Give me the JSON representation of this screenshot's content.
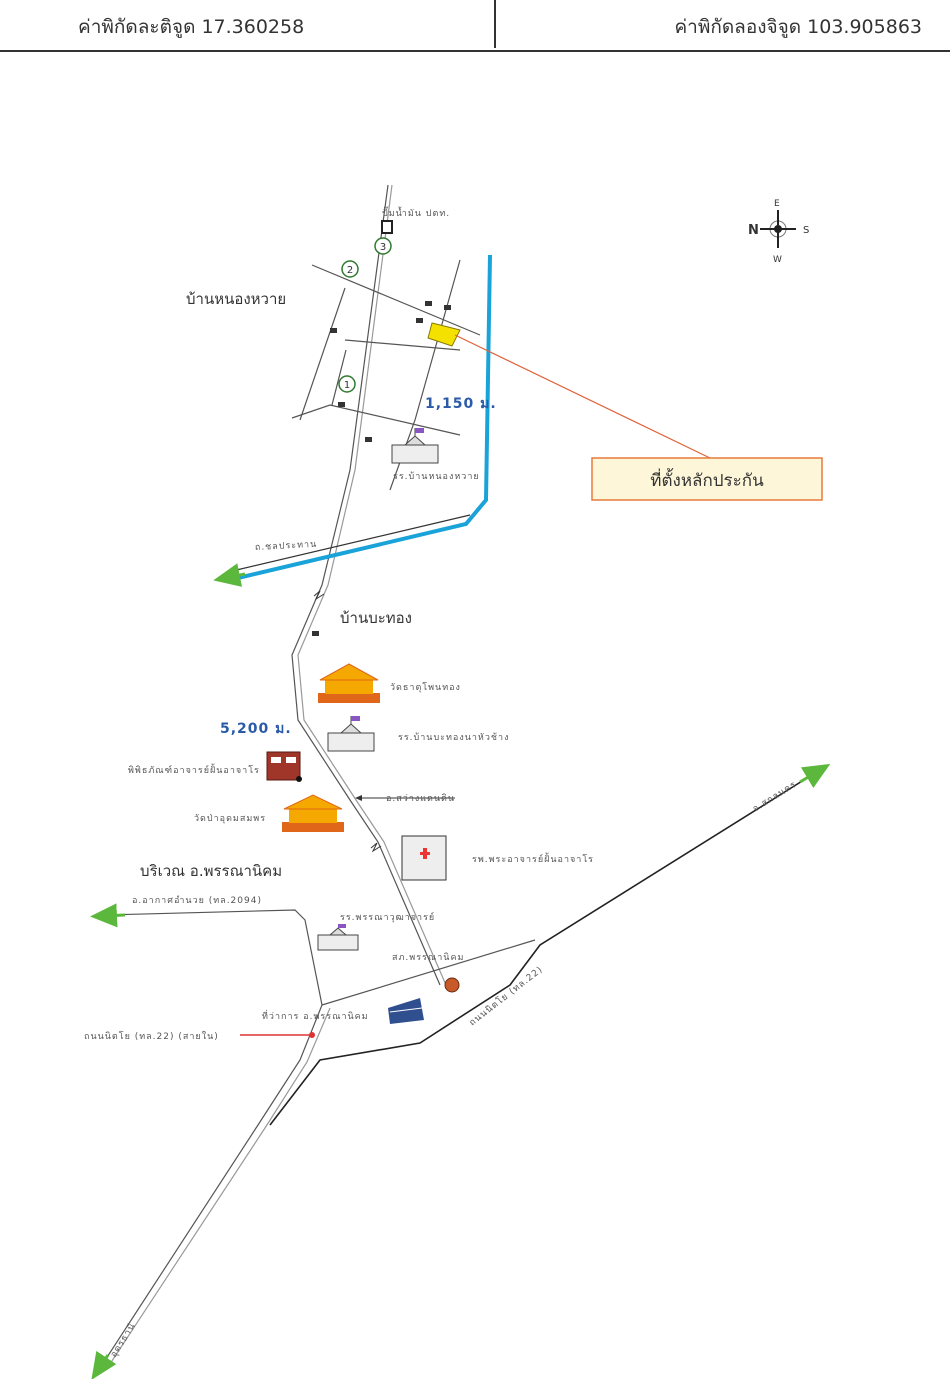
{
  "header": {
    "latitude_label": "ค่าพิกัดละติจูด 17.360258",
    "longitude_label": "ค่าพิกัดลองจิจูด 103.905863"
  },
  "compass": {
    "n": "N",
    "s": "S",
    "e": "E",
    "w": "W"
  },
  "collateral_box": {
    "label": "ที่ตั้งหลักประกัน",
    "color": "#e87a3a"
  },
  "places": {
    "ban_nong_huai": "บ้านหนองหวาย",
    "ban_bathong": "บ้านบะทอง",
    "phanna_nikhom": "บริเวณ อ.พรรณานิคม"
  },
  "distances": {
    "d1": "1,150 ม.",
    "d2": "5,200 ม."
  },
  "markers": [
    "1",
    "2",
    "3"
  ],
  "labels": {
    "gas_station": "ปั๊มน้ำมัน ปตท.",
    "school_nong_huai": "รร.บ้านหนองหวาย",
    "canal_road": "ถ.ชลประทาน",
    "wat_that": "วัดธาตุโพนทอง",
    "school_bathong": "รร.บ้านบะทองนาหัวช้าง",
    "museum": "พิพิธภัณฑ์อาจารย์ฝั้นอาจาโร",
    "to_sawang": "อ.สว่างแดนดิน",
    "wat_pa": "วัดป่าอุดมสมพร",
    "hospital": "รพ.พระอาจารย์ฝั้นอาจาโร",
    "to_akat": "อ.อากาศอำนวย (ทล.2094)",
    "school_phanna": "รร.พรรณาวุฒาจารย์",
    "police": "สภ.พรรณานิคม",
    "district_office": "ที่ว่าการ อ.พรรณานิคม",
    "nittayo_road": "ถนนนิตโย (ทล.22)",
    "nittayo_inner": "ถนนนิตโย (ทล.22) (สายใน)",
    "to_sakon": "จ.สกลนคร",
    "to_udon": "อุดรธานี"
  },
  "colors": {
    "canal": "#1aa3d8",
    "arrow": "#5cb83c",
    "temple": "#f5a800",
    "leader": "#e0633a"
  }
}
